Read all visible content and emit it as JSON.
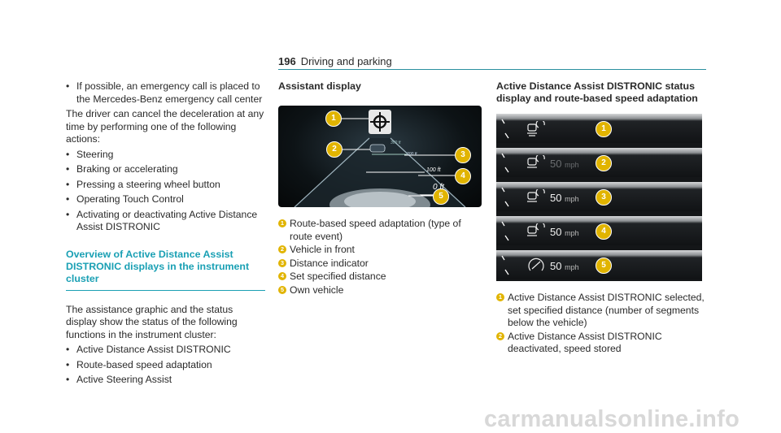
{
  "header": {
    "page_number": "196",
    "title": "Driving and parking"
  },
  "col1": {
    "top_bullet": "If possible, an emergency call is placed to the Mercedes-Benz emergency call center",
    "para": "The driver can cancel the deceleration at any time by performing one of the following actions:",
    "actions": [
      "Steering",
      "Braking or accelerating",
      "Pressing a steering wheel button",
      "Operating Touch Control",
      "Activating or deactivating Active Distance Assist DISTRONIC"
    ],
    "section_heading": "Overview of Active Distance Assist DISTRONIC displays in the instrument cluster",
    "section_para": "The assistance graphic and the status display show the status of the following functions in the instrument cluster:",
    "functions": [
      "Active Distance Assist DISTRONIC",
      "Route-based speed adaptation",
      "Active Steering Assist"
    ]
  },
  "col2": {
    "heading": "Assistant display",
    "image_labels": {
      "d1": "300 ft",
      "d2": "200 ft",
      "d3": "100 ft",
      "d4": "0 ft"
    },
    "markers": [
      "1",
      "2",
      "3",
      "4",
      "5"
    ],
    "legend": [
      {
        "n": "1",
        "text": "Route-based speed adaptation (type of route event)"
      },
      {
        "n": "2",
        "text": "Vehicle in front"
      },
      {
        "n": "3",
        "text": "Distance indicator"
      },
      {
        "n": "4",
        "text": "Set specified distance"
      },
      {
        "n": "5",
        "text": "Own vehicle"
      }
    ]
  },
  "col3": {
    "heading": "Active Distance Assist DISTRONIC status display and route-based speed adaptation",
    "strips": [
      {
        "marker": "1",
        "speed": "",
        "unit": ""
      },
      {
        "marker": "2",
        "speed": "50",
        "unit": "mph"
      },
      {
        "marker": "3",
        "speed": "50",
        "unit": "mph"
      },
      {
        "marker": "4",
        "speed": "50",
        "unit": "mph"
      },
      {
        "marker": "5",
        "speed": "50",
        "unit": "mph"
      }
    ],
    "legend": [
      {
        "n": "1",
        "text": "Active Distance Assist DISTRONIC selected, set specified distance (number of segments below the vehicle)"
      },
      {
        "n": "2",
        "text": "Active Distance Assist DISTRONIC deactivated, speed stored"
      }
    ]
  },
  "watermark": "carmanualsonline.info"
}
